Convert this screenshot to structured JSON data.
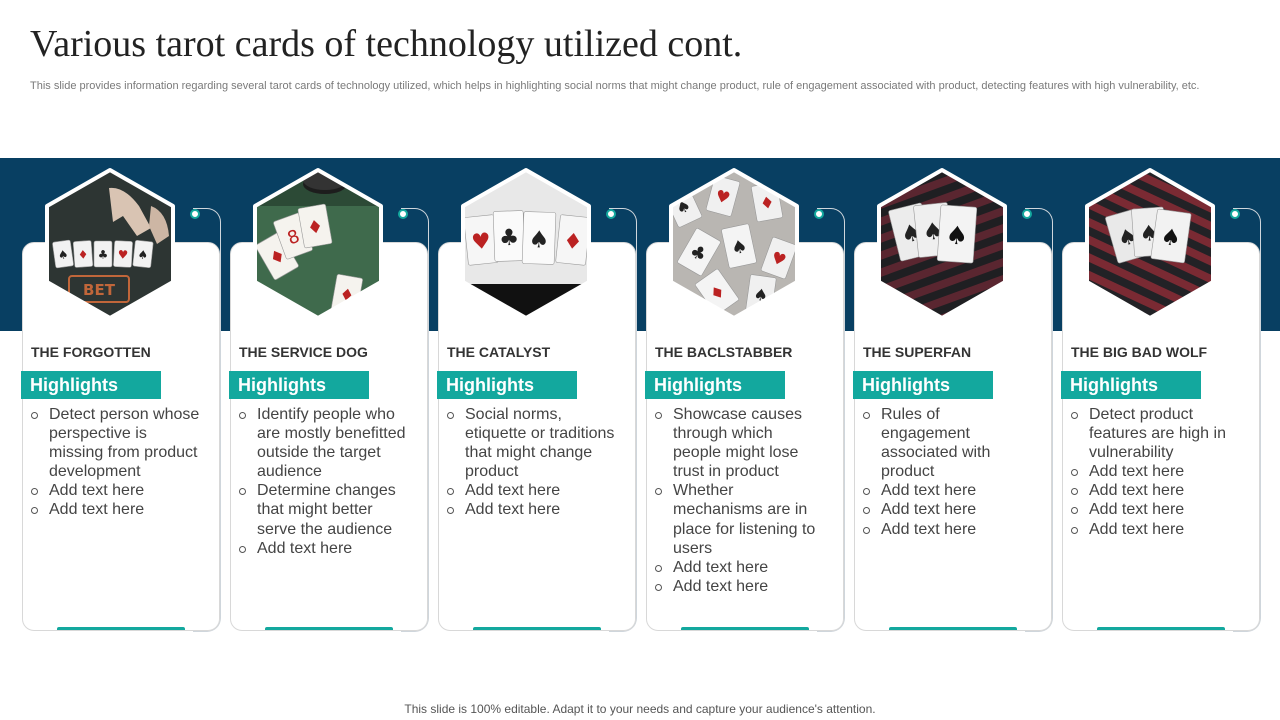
{
  "slide": {
    "title": "Various tarot cards of technology utilized cont.",
    "subtitle": "This slide provides information regarding several tarot cards of technology utilized, which helps in highlighting social norms that might change product, rule of engagement associated with product, detecting features with high vulnerability, etc.",
    "footer": "This slide is 100% editable. Adapt it to your needs and capture your audience's attention."
  },
  "colors": {
    "band": "#083f62",
    "accent": "#13a89e",
    "text": "#444444"
  },
  "cards": [
    {
      "title": "THE FORGOTTEN",
      "highlight": "Highlights",
      "image": "card-table-photo",
      "bullets": [
        "Detect person whose perspective is missing from product development",
        "Add text here",
        "Add text here"
      ]
    },
    {
      "title": "THE SERVICE DOG",
      "highlight": "Highlights",
      "image": "casino-chips-photo",
      "bullets": [
        "Identify people who are mostly benefitted outside the target audience",
        "Determine changes that might better serve the audience",
        "Add text here"
      ]
    },
    {
      "title": "THE CATALYST",
      "highlight": "Highlights",
      "image": "aces-photo",
      "bullets": [
        "Social norms, etiquette or traditions that might change product",
        "Add text here",
        "Add text here"
      ]
    },
    {
      "title": "THE BACLSTABBER",
      "highlight": "Highlights",
      "image": "scattered-cards-photo",
      "bullets": [
        "Showcase causes through which people might lose trust in product",
        "Whether mechanisms are in place for listening to users",
        "Add text here",
        "Add text here"
      ]
    },
    {
      "title": "THE SUPERFAN",
      "highlight": "Highlights",
      "image": "four-aces-photo",
      "bullets": [
        "Rules of engagement associated with product",
        "Add text here",
        "Add text here",
        "Add text here"
      ]
    },
    {
      "title": "THE BIG BAD WOLF",
      "highlight": "Highlights",
      "image": "aces-spread-photo",
      "bullets": [
        "Detect product features are high in vulnerability",
        "Add text here",
        "Add text here",
        "Add text here",
        "Add text here"
      ]
    }
  ]
}
